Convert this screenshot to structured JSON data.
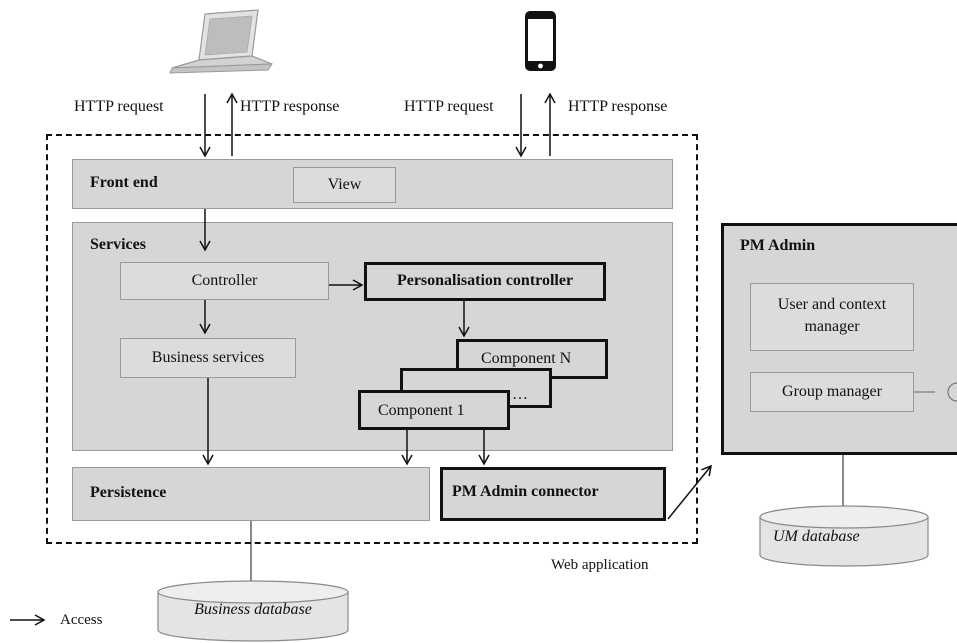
{
  "devices": {
    "laptop": {
      "icon": "laptop-icon",
      "request": "HTTP request",
      "response": "HTTP response"
    },
    "phone": {
      "icon": "smartphone-icon",
      "request": "HTTP request",
      "response": "HTTP response"
    }
  },
  "web_app": {
    "label": "Web application",
    "front_end": {
      "title": "Front end",
      "view": "View"
    },
    "services": {
      "title": "Services",
      "controller": "Controller",
      "business_services": "Business services",
      "personalisation_controller": "Personalisation controller",
      "component_n": "Component N",
      "ellipsis": "…",
      "component_1": "Component 1"
    },
    "persistence": "Persistence",
    "pm_admin_connector": "PM Admin connector"
  },
  "pm_admin": {
    "title": "PM Admin",
    "user_context_manager": "User and context manager",
    "group_manager": "Group manager"
  },
  "databases": {
    "business": "Business database",
    "um": "UM database"
  },
  "legend": {
    "access": "Access"
  }
}
